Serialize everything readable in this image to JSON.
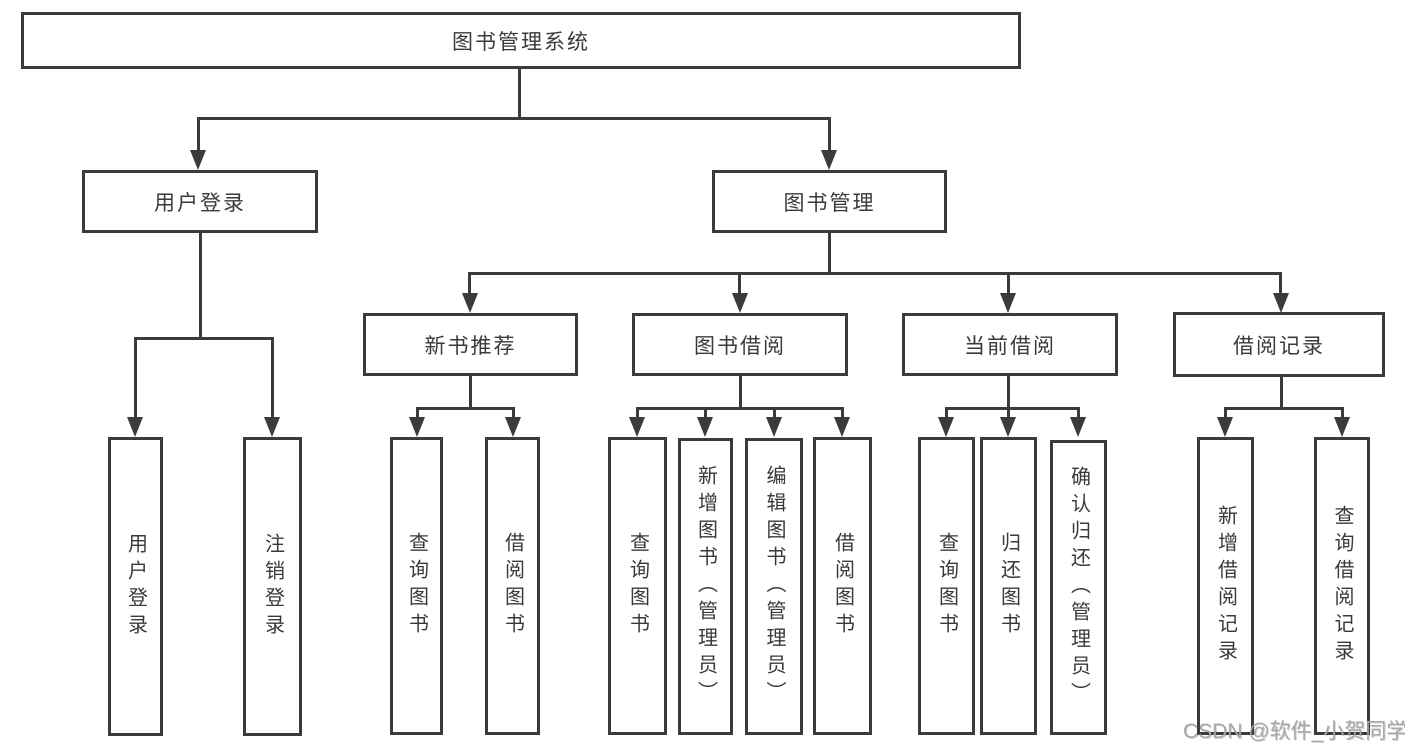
{
  "diagram": {
    "type": "hierarchy-tree",
    "tree": {
      "label": "图书管理系统",
      "children": [
        {
          "label": "用户登录",
          "children": [
            {
              "label": "用户登录"
            },
            {
              "label": "注销登录"
            }
          ]
        },
        {
          "label": "图书管理",
          "children": [
            {
              "label": "新书推荐",
              "children": [
                {
                  "label": "查询图书"
                },
                {
                  "label": "借阅图书"
                }
              ]
            },
            {
              "label": "图书借阅",
              "children": [
                {
                  "label": "查询图书"
                },
                {
                  "label": "新增图书（管理员）"
                },
                {
                  "label": "编辑图书（管理员）"
                },
                {
                  "label": "借阅图书"
                }
              ]
            },
            {
              "label": "当前借阅",
              "children": [
                {
                  "label": "查询图书"
                },
                {
                  "label": "归还图书"
                },
                {
                  "label": "确认归还（管理员）"
                }
              ]
            },
            {
              "label": "借阅记录",
              "children": [
                {
                  "label": "新增借阅记录"
                },
                {
                  "label": "查询借阅记录"
                }
              ]
            }
          ]
        }
      ]
    }
  },
  "watermark": "CSDN @软件_小贺同学",
  "colors": {
    "line": "#3b3b3b",
    "text": "#3a3a3a",
    "bg": "#ffffff",
    "watermark": "#a8a8a8"
  }
}
